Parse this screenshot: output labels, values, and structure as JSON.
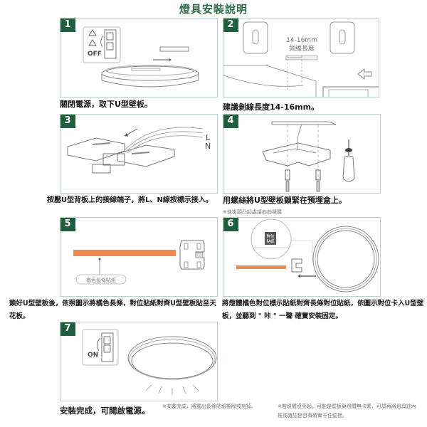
{
  "page": {
    "title": "燈具安裝說明",
    "accent_color": "#1f5e3f",
    "border_color": "#b9d3c6",
    "orange_color": "#ee8a4d"
  },
  "steps": [
    {
      "number": "1",
      "caption": "關閉電源，取下U型壁板。",
      "labels": {
        "switch_state": "OFF"
      }
    },
    {
      "number": "2",
      "caption": "建議剝線長度14-16mm。",
      "labels": {
        "length": "14-16mm",
        "length_desc": "剝線長度"
      }
    },
    {
      "number": "3",
      "caption": "按壓U型背板上的接線端子，將L、N線按標示接入。",
      "labels": {
        "live": "L",
        "neutral": "N"
      }
    },
    {
      "number": "4",
      "caption": "用螺絲將U型壁板鎖緊在預埋盒上。",
      "note": "※快拔頭凸起處請向向埋體"
    },
    {
      "number": "5",
      "caption": "鎖好U型壁板後，依照圖示將橘色長條，對位貼紙對齊U型壁板貼至天花板。",
      "labels": {
        "sticker": "橘色長條貼紙"
      }
    },
    {
      "number": "6",
      "caption": "將燈體橘色對位標示貼紙對齊長條對位貼紙，依圖示對位卡入U型壁板，並聽到 \" 咔 \" 一聲 確實安裝固定。",
      "labels": {
        "align_sticker": "對位貼紙"
      }
    },
    {
      "number": "7",
      "caption": "安裝完成，可開啟電源。",
      "labels": {
        "switch_state": "ON"
      },
      "notes": [
        "※安裝完成，將露出長條貼紙撕除或剪掉。",
        "※若燈體沒亮起，可能是壁板與燈體無卡緊，可試再將燈具往內推或確認是否有確實卡住壁板。"
      ]
    }
  ]
}
